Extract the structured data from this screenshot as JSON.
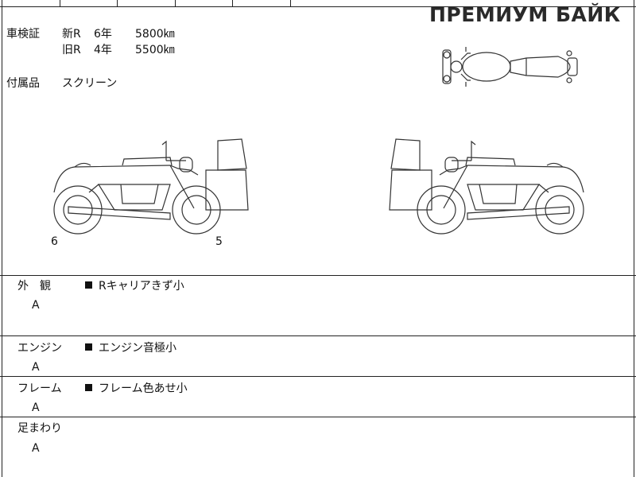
{
  "watermark": "ПРЕМИУМ БАЙК",
  "inspection": {
    "label": "車検証",
    "rows": [
      {
        "model": "新R",
        "years": "6年",
        "km": "5800㎞"
      },
      {
        "model": "旧R",
        "years": "4年",
        "km": "5500㎞"
      }
    ]
  },
  "accessories": {
    "label": "付属品",
    "value": "スクリーン"
  },
  "diagram": {
    "left_marker_a": "6",
    "left_marker_b": "5"
  },
  "sections": [
    {
      "label": "外　観",
      "grade": "A",
      "note": "Rキャリアきず小"
    },
    {
      "label": "エンジン",
      "grade": "A",
      "note": "エンジン音極小"
    },
    {
      "label": "フレーム",
      "grade": "A",
      "note": "フレーム色あせ小"
    },
    {
      "label": "足まわり",
      "grade": "A",
      "note": ""
    }
  ]
}
